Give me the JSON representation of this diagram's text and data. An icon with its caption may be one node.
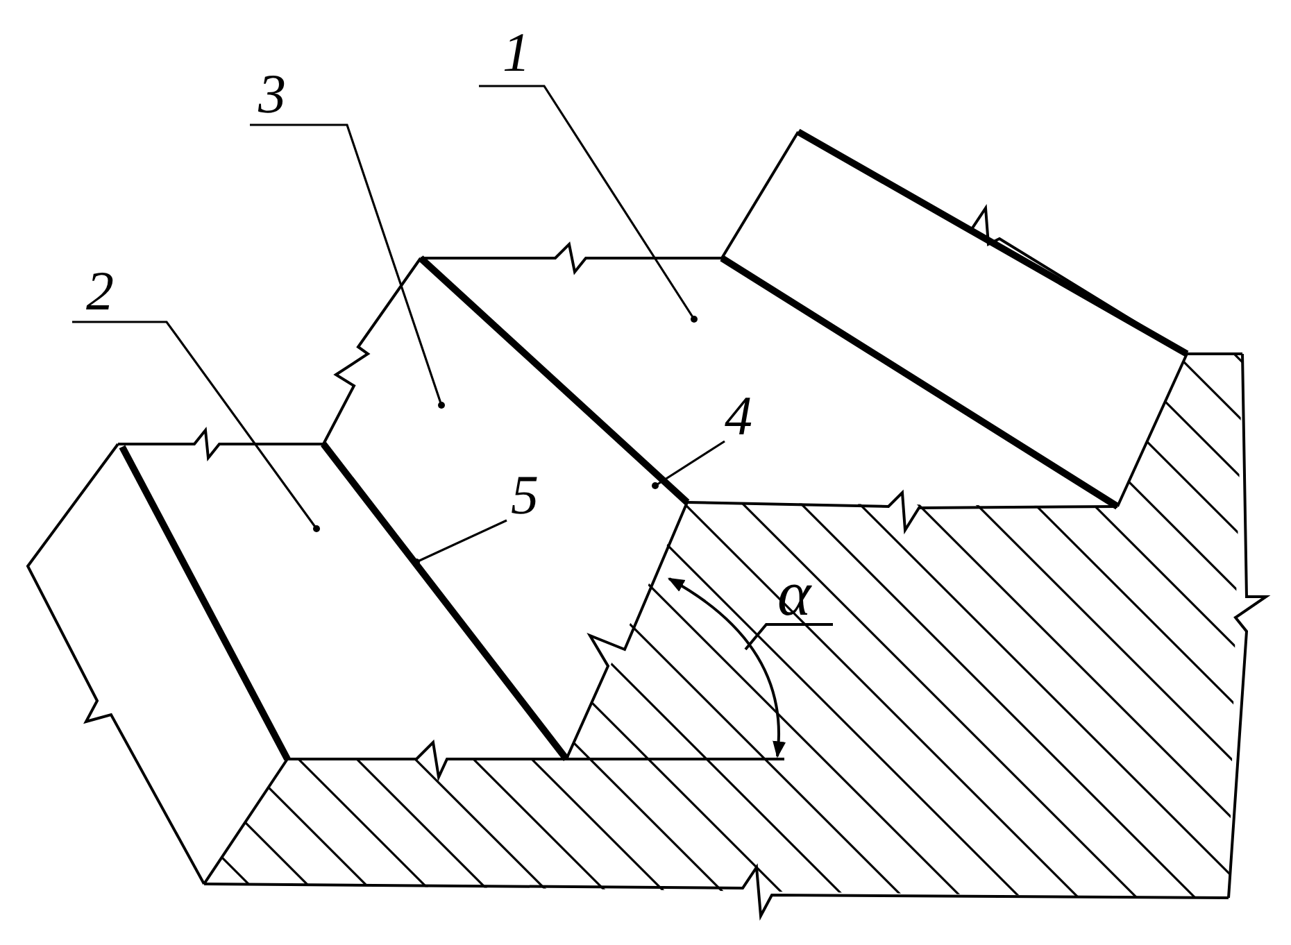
{
  "diagram": {
    "nodes": [
      {
        "text": [
          "1"
        ]
      },
      {
        "text": [
          "3"
        ]
      },
      {
        "text": [
          "2"
        ]
      },
      {
        "text": [
          "4"
        ]
      },
      {
        "text": [
          "5"
        ]
      }
    ],
    "edges": [
      {
        "from": 0,
        "to": null,
        "arrow": "other"
      },
      {
        "from": 1,
        "to": null,
        "arrow": "other"
      },
      {
        "from": 2,
        "to": null,
        "arrow": "other"
      },
      {
        "from": 3,
        "to": null,
        "arrow": "other"
      },
      {
        "from": 4,
        "to": null,
        "arrow": "other"
      }
    ],
    "labels": [
      "α"
    ]
  }
}
